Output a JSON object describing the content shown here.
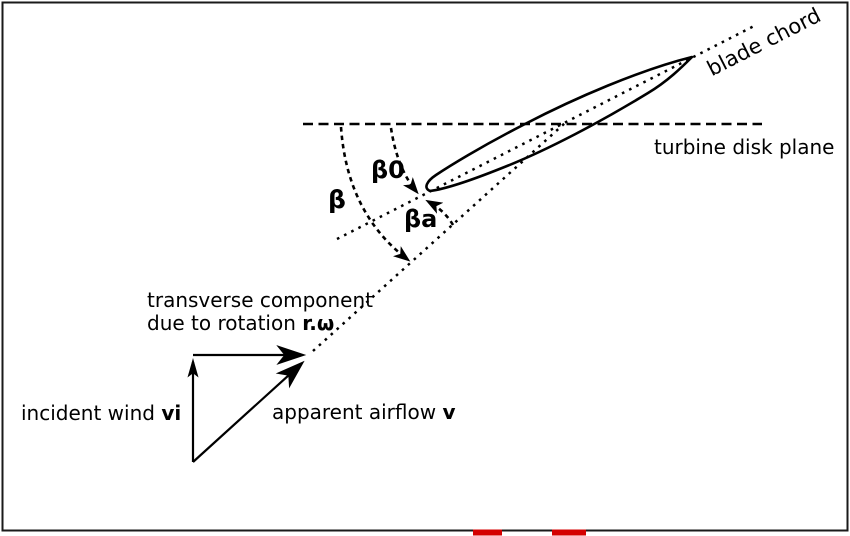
{
  "figure": {
    "labels": {
      "blade_chord": "blade chord",
      "turbine_disk_plane": "turbine disk plane",
      "beta": "β",
      "beta0": "β0",
      "beta_a": "βa",
      "transverse_line1": "transverse component",
      "transverse_line2_text": "due to rotation ",
      "transverse_symbol": "r.ω",
      "incident_text": "incident wind ",
      "incident_symbol": "vi",
      "apparent_text": "apparent airflow ",
      "apparent_symbol": "v"
    },
    "colors": {
      "ink": "#000000",
      "background": "#ffffff",
      "border": "#1a1a1a",
      "red_mark": "#d40000"
    }
  }
}
